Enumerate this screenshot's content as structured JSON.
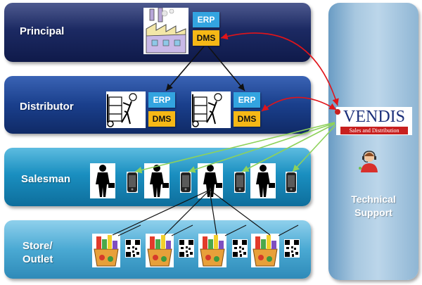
{
  "tiers": {
    "principal": "Principal",
    "distributor": "Distributor",
    "salesman": "Salesman",
    "store_line1": "Store/",
    "store_line2": "Outlet"
  },
  "systems": {
    "erp": "ERP",
    "dms": "DMS"
  },
  "support": {
    "line1": "Technical",
    "line2": "Support"
  },
  "logo": {
    "name_part1": "VEN",
    "name_part2": "DIS",
    "tagline": "Sales and Distribution"
  },
  "colors": {
    "erp": "#33a4e0",
    "dms": "#f6b816",
    "red_link": "#e0141a",
    "green_link": "#8ed25a",
    "black_link": "#111111"
  },
  "icons": {
    "factory": "factory-icon",
    "hand_truck": "hand-truck-worker-icon",
    "salesman": "salesman-icon",
    "phone": "mobile-phone-icon",
    "grocery": "grocery-basket-icon",
    "qr": "qr-code-icon",
    "support_agent": "support-agent-headset-icon"
  }
}
